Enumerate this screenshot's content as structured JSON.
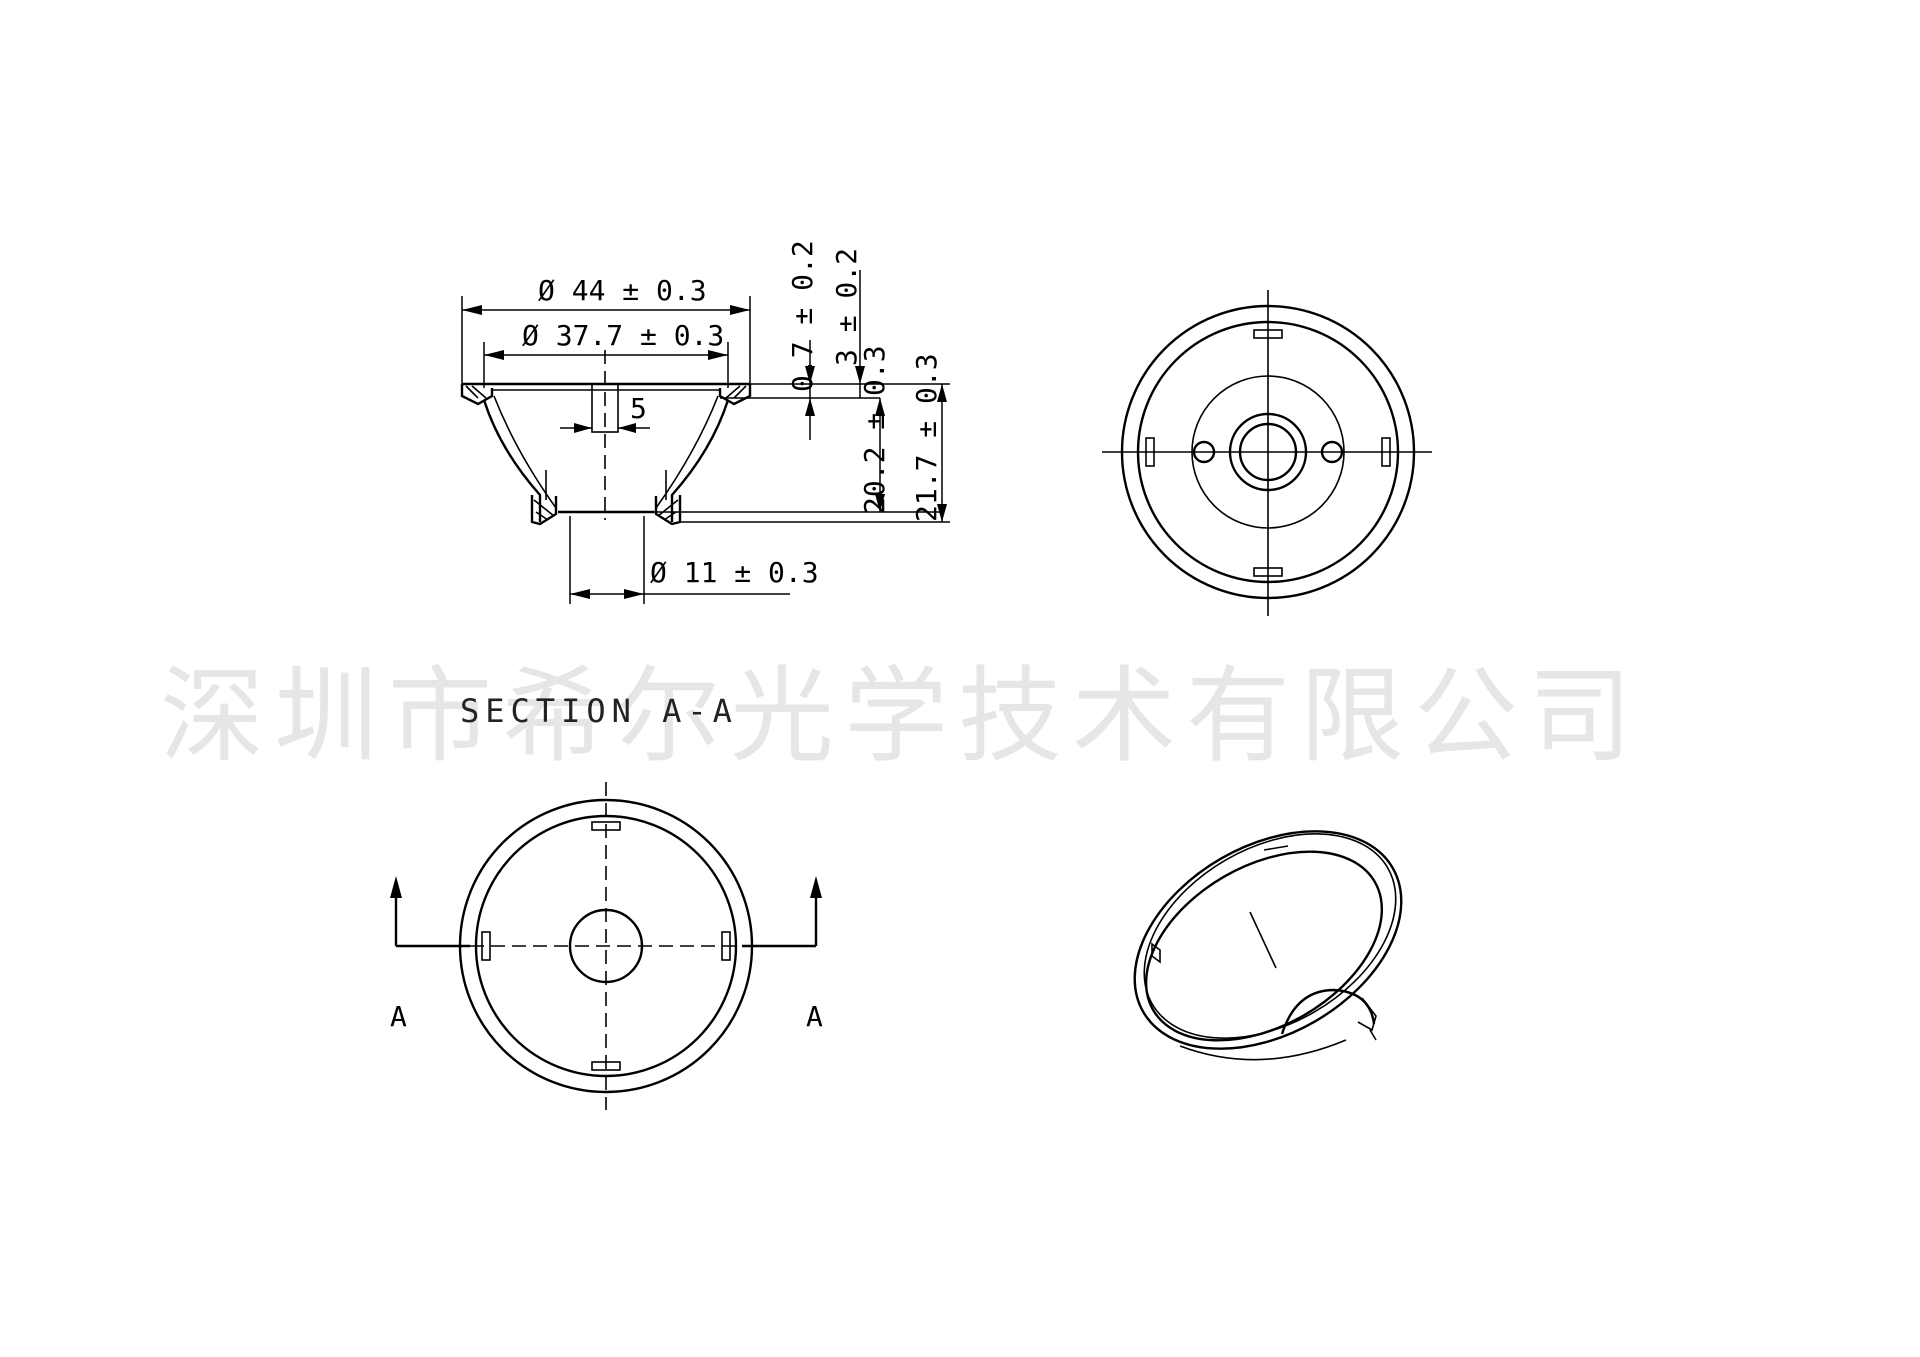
{
  "dimensions": {
    "outer_diameter": "Ø 44 ± 0.3",
    "inner_diameter": "Ø 37.7 ± 0.3",
    "bottom_diameter": "Ø 11 ± 0.3",
    "flange_thickness": "0.7 ± 0.2",
    "rim_height": "3 ± 0.2",
    "reflector_depth": "20.2 ± 0.3",
    "total_height": "21.7 ± 0.3",
    "tab_width": "5"
  },
  "section_title": "SECTION A-A",
  "section_markers": {
    "left": "A",
    "right": "A"
  },
  "watermark": "深圳市希尔光学技术有限公司",
  "colors": {
    "line": "#000000",
    "watermark": "#d9d9d9",
    "background": "#ffffff"
  }
}
